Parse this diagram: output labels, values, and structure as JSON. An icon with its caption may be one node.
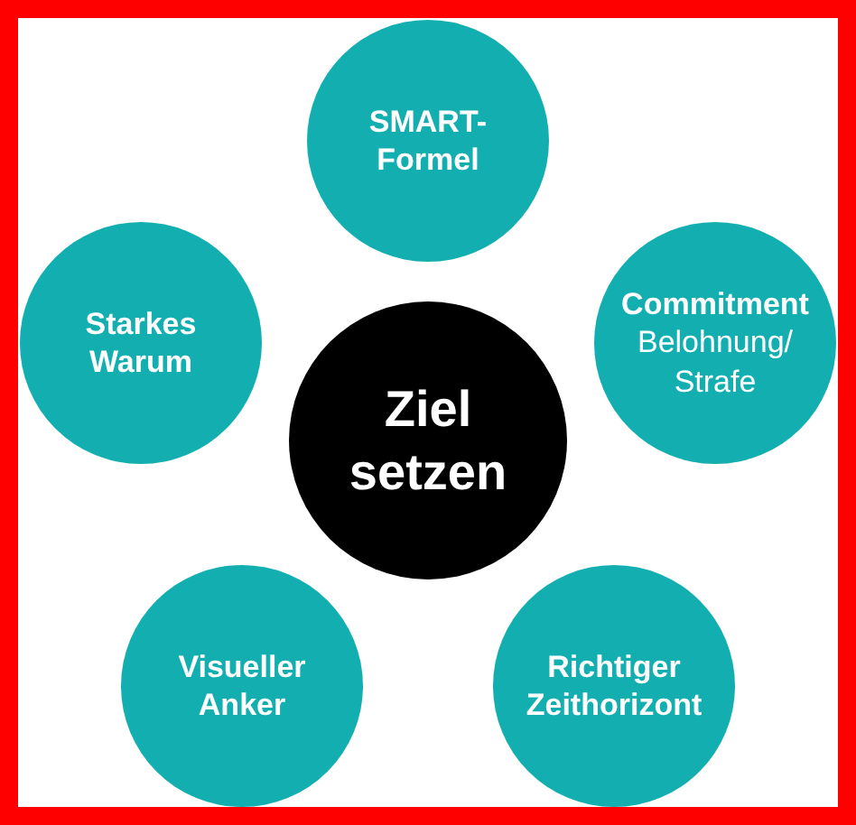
{
  "diagram": {
    "nodes": [
      {
        "text": [
          "SMART-Formel"
        ]
      },
      {
        "text": [
          "Starkes Warum"
        ]
      },
      {
        "text": [
          "Commitment",
          "Belohnung/ Strafe"
        ]
      },
      {
        "text": [
          "Ziel setzen"
        ]
      },
      {
        "text": [
          "Visueller Anker"
        ]
      },
      {
        "text": [
          "Richtiger Zeithorizont"
        ]
      }
    ]
  }
}
